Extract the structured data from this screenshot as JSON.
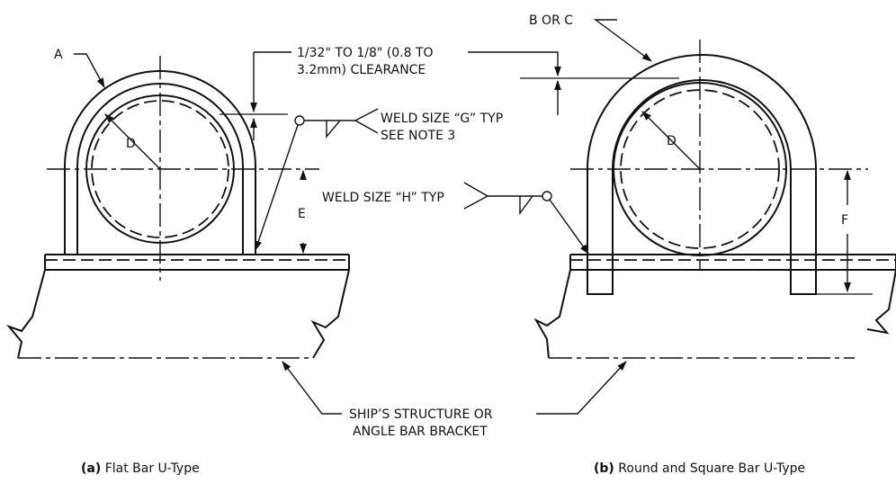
{
  "figure_a": {
    "label_a": "A",
    "label_d": "D",
    "label_e": "E",
    "clearance_line1": "1/32\" TO 1/8\" (0.8 TO",
    "clearance_line2": "3.2mm) CLEARANCE",
    "weld_g_line1": "WELD SIZE “G” TYP",
    "weld_g_line2": "SEE NOTE 3",
    "weld_h": "WELD SIZE “H” TYP",
    "caption_bold": "(a)",
    "caption_text": " Flat Bar U-Type"
  },
  "figure_b": {
    "label_bc": "B OR C",
    "label_d": "D",
    "label_f": "F",
    "caption_bold": "(b)",
    "caption_text": " Round and Square Bar U-Type"
  },
  "structure_line1": "SHIP’S STRUCTURE OR",
  "structure_line2": "ANGLE BAR BRACKET"
}
